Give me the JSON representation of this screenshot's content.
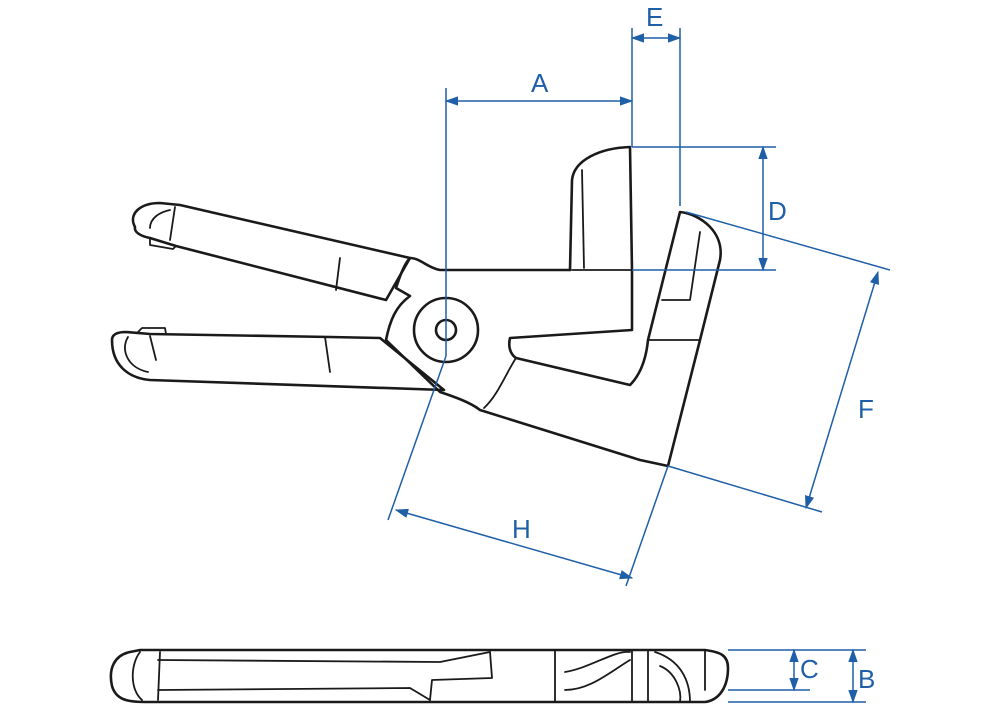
{
  "colors": {
    "outline": "#1a1a1a",
    "dimension": "#1f5fa8",
    "background": "#ffffff"
  },
  "dimensions": {
    "A": "A",
    "B": "B",
    "C": "C",
    "D": "D",
    "E": "E",
    "F": "F",
    "H": "H"
  }
}
